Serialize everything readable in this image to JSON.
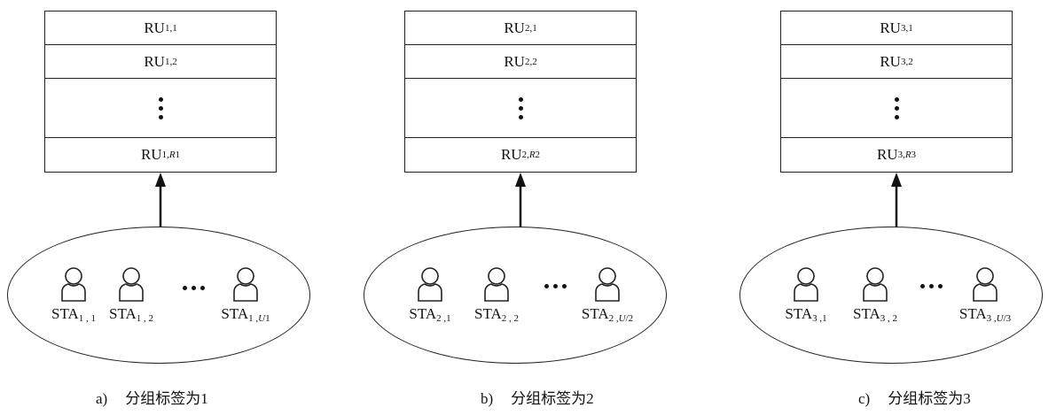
{
  "panels": [
    {
      "ru_first": {
        "base": "RU",
        "sub": "1,1"
      },
      "ru_second": {
        "base": "RU",
        "sub": "1,2"
      },
      "ru_last": {
        "base": "RU",
        "sub_prefix": "1,",
        "sub_italic": "R",
        "sub_suffix": "1"
      },
      "sta_first": {
        "base": "STA",
        "sub": "1 , 1"
      },
      "sta_second": {
        "base": "STA",
        "sub": "1 , 2"
      },
      "sta_last": {
        "base": "STA",
        "sub_prefix": "1 ,",
        "sub_italic": "U",
        "sub_suffix": "1"
      },
      "caption_letter": "a)",
      "caption_text": "分组标签为1"
    },
    {
      "ru_first": {
        "base": "RU",
        "sub": "2,1"
      },
      "ru_second": {
        "base": "RU",
        "sub": "2,2"
      },
      "ru_last": {
        "base": "RU",
        "sub_prefix": "2,",
        "sub_italic": "R",
        "sub_suffix": "2"
      },
      "sta_first": {
        "base": "STA",
        "sub": "2 ,1"
      },
      "sta_second": {
        "base": "STA",
        "sub": "2 , 2"
      },
      "sta_last": {
        "base": "STA",
        "sub_prefix": "2 ,",
        "sub_italic": "U",
        "sub_suffix": "/2"
      },
      "caption_letter": "b)",
      "caption_text": "分组标签为2"
    },
    {
      "ru_first": {
        "base": "RU",
        "sub": "3,1"
      },
      "ru_second": {
        "base": "RU",
        "sub": "3,2"
      },
      "ru_last": {
        "base": "RU",
        "sub_prefix": "3,",
        "sub_italic": "R",
        "sub_suffix": "3"
      },
      "sta_first": {
        "base": "STA",
        "sub": "3 ,1"
      },
      "sta_second": {
        "base": "STA",
        "sub": "3 , 2"
      },
      "sta_last": {
        "base": "STA",
        "sub_prefix": "3 ,",
        "sub_italic": "U",
        "sub_suffix": "/3"
      },
      "caption_letter": "c)",
      "caption_text": "分组标签为3"
    }
  ]
}
